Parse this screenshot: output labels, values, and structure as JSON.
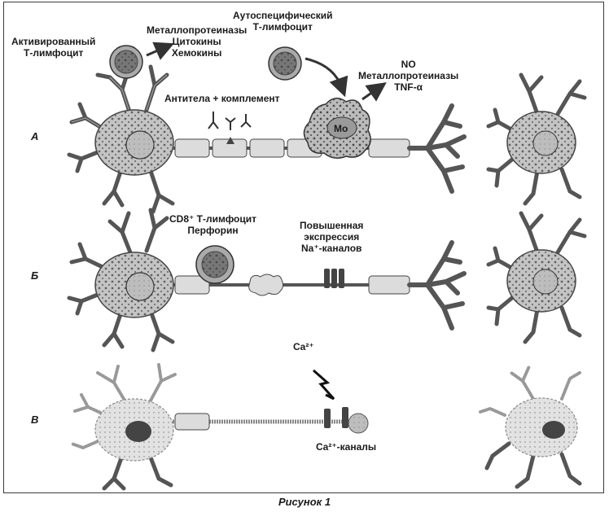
{
  "caption": "Рисунок 1",
  "rows": {
    "a": "А",
    "b": "Б",
    "v": "В"
  },
  "labels": {
    "activated_t": "Активированный\nТ-лимфоцит",
    "mmp_cyto": "Металлопротеиназы\nЦитокины\nХемокины",
    "autospecific_t": "Аутоспецифический\nТ-лимфоцит",
    "no_mmp_tnf": "NO\nМеталлопротеиназы\nTNF-α",
    "antibodies": "Антитела + комплемент",
    "mo": "Mo",
    "cd8": "CD8⁺ Т-лимфоцит\nПерфорин",
    "na_expression": "Повышенная\nэкспрессия\nNa⁺-каналов",
    "ca": "Ca²⁺",
    "ca_channels": "Ca²⁺-каналы"
  },
  "colors": {
    "cell_body": "#c4c4c4",
    "myelin": "#dcdcdc",
    "dark": "#3a3a3a",
    "faded_body": "#e2e2e2"
  }
}
